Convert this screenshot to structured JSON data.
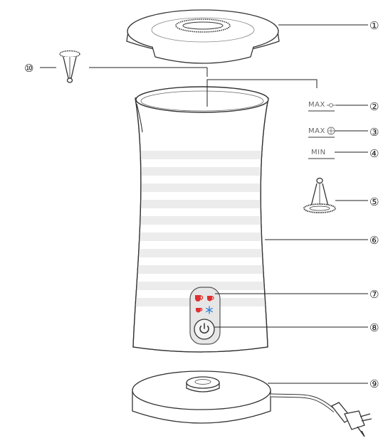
{
  "callouts": [
    "①",
    "②",
    "③",
    "④",
    "⑤",
    "⑥",
    "⑦",
    "⑧",
    "⑨",
    "⑩"
  ],
  "level_marks": {
    "max_froth": "MAX",
    "max_heat": "MAX",
    "min": "MIN"
  },
  "colors": {
    "outline": "#333333",
    "stripe": "#ececec",
    "indicator_red": "#e03030",
    "indicator_blue": "#2a7fd4",
    "level_line": "#999999"
  },
  "icons": {
    "indicators": [
      "hot-froth-cup-icon",
      "hot-milk-cup-icon",
      "cold-froth-cup-icon",
      "snowflake-icon"
    ],
    "power": "power-icon"
  }
}
